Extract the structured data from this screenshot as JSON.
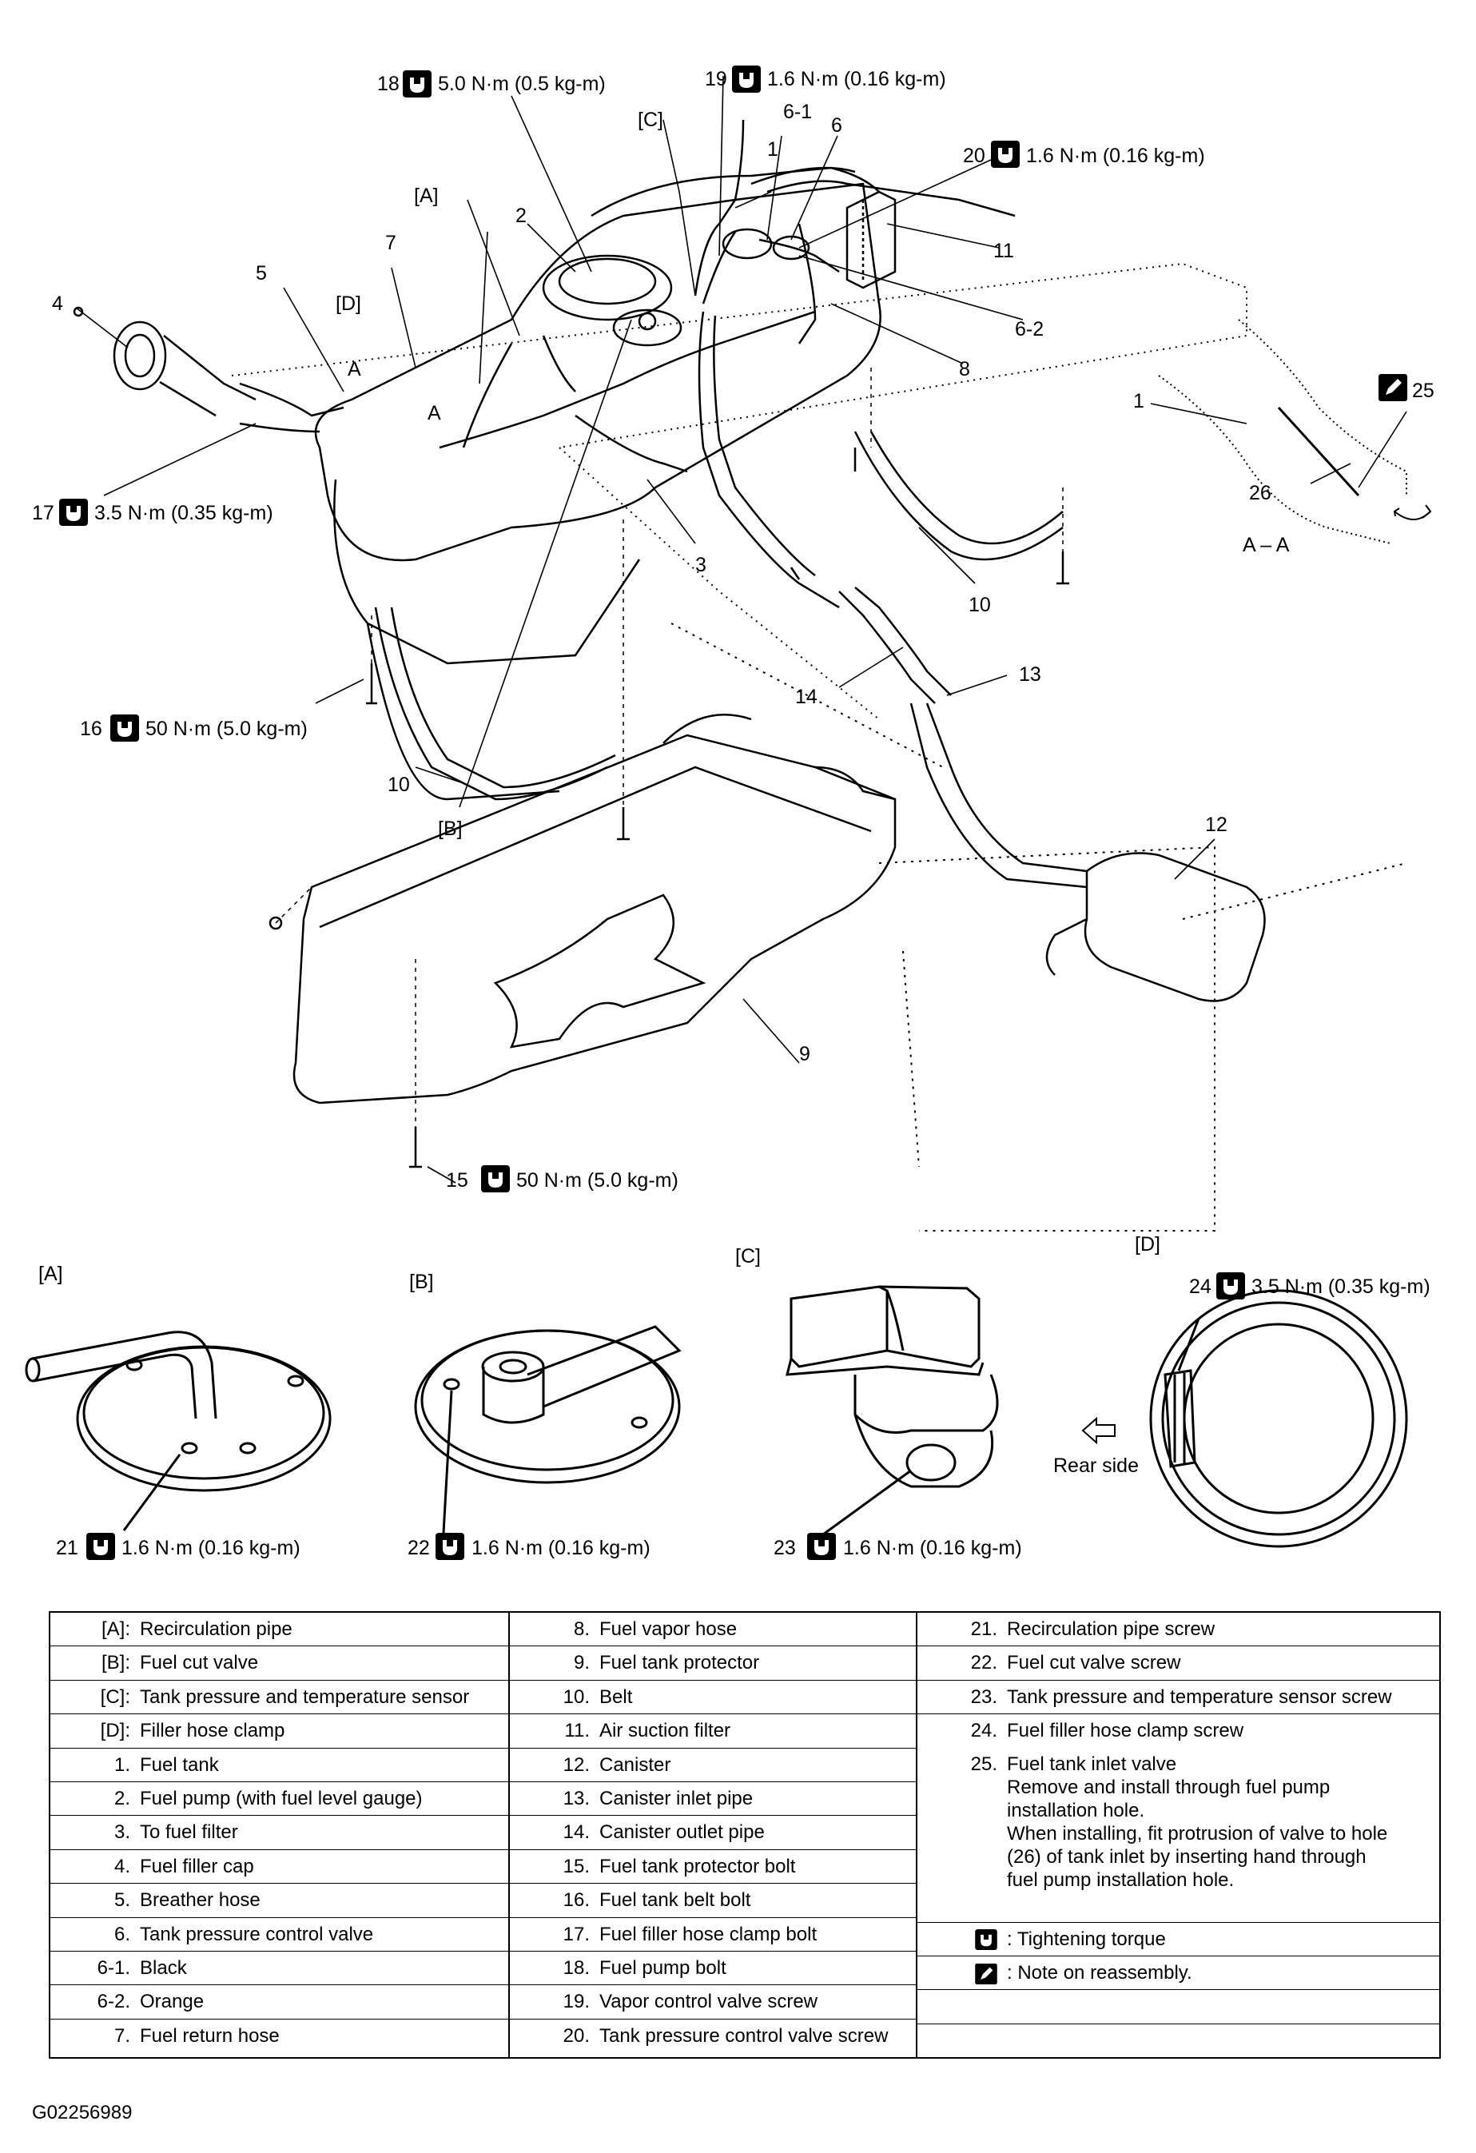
{
  "callouts": {
    "c1": "1",
    "c2": "2",
    "c3": "3",
    "c4": "4",
    "c5": "5",
    "c6": "6",
    "c6_1": "6-1",
    "c6_2": "6-2",
    "c7": "7",
    "c8": "8",
    "c9": "9",
    "c10": "10",
    "c11": "11",
    "c12": "12",
    "c13": "13",
    "c14": "14",
    "c25": "25",
    "c26": "26",
    "cA": "[A]",
    "cB": "[B]",
    "cC": "[C]",
    "cD": "[D]",
    "secA": "A",
    "aa": "A – A"
  },
  "torques": {
    "t15": {
      "num": "15",
      "value": "50 N·m (5.0 kg-m)"
    },
    "t16": {
      "num": "16",
      "value": "50 N·m (5.0 kg-m)"
    },
    "t17": {
      "num": "17",
      "value": "3.5 N·m (0.35 kg-m)"
    },
    "t18": {
      "num": "18",
      "value": "5.0 N·m (0.5 kg-m)"
    },
    "t19": {
      "num": "19",
      "value": "1.6 N·m (0.16 kg-m)"
    },
    "t20": {
      "num": "20",
      "value": "1.6 N·m (0.16 kg-m)"
    },
    "t21": {
      "num": "21",
      "value": "1.6 N·m (0.16 kg-m)"
    },
    "t22": {
      "num": "22",
      "value": "1.6 N·m (0.16 kg-m)"
    },
    "t23": {
      "num": "23",
      "value": "1.6 N·m (0.16 kg-m)"
    },
    "t24": {
      "num": "24",
      "value": "3.5 N·m (0.35 kg-m)"
    }
  },
  "details": {
    "a_label": "[A]",
    "b_label": "[B]",
    "c_label": "[C]",
    "d_label": "[D]",
    "rear_side": "Rear side"
  },
  "legend": {
    "col1": [
      {
        "num": "[A]:",
        "text": "Recirculation pipe"
      },
      {
        "num": "[B]:",
        "text": "Fuel cut valve"
      },
      {
        "num": "[C]:",
        "text": "Tank pressure and temperature sensor"
      },
      {
        "num": "[D]:",
        "text": "Filler hose clamp"
      },
      {
        "num": "1.",
        "text": "Fuel tank"
      },
      {
        "num": "2.",
        "text": "Fuel pump (with fuel level gauge)"
      },
      {
        "num": "3.",
        "text": "To fuel filter"
      },
      {
        "num": "4.",
        "text": "Fuel filler cap"
      },
      {
        "num": "5.",
        "text": "Breather hose"
      },
      {
        "num": "6.",
        "text": "Tank pressure control valve"
      },
      {
        "num": "6-1.",
        "text": "Black"
      },
      {
        "num": "6-2.",
        "text": "Orange"
      },
      {
        "num": "7.",
        "text": "Fuel return hose"
      }
    ],
    "col2": [
      {
        "num": "8.",
        "text": "Fuel vapor hose"
      },
      {
        "num": "9.",
        "text": "Fuel tank protector"
      },
      {
        "num": "10.",
        "text": "Belt"
      },
      {
        "num": "11.",
        "text": "Air suction filter"
      },
      {
        "num": "12.",
        "text": "Canister"
      },
      {
        "num": "13.",
        "text": "Canister inlet pipe"
      },
      {
        "num": "14.",
        "text": "Canister outlet pipe"
      },
      {
        "num": "15.",
        "text": "Fuel tank protector bolt"
      },
      {
        "num": "16.",
        "text": "Fuel tank belt bolt"
      },
      {
        "num": "17.",
        "text": "Fuel filler hose clamp bolt"
      },
      {
        "num": "18.",
        "text": "Fuel pump bolt"
      },
      {
        "num": "19.",
        "text": "Vapor control valve screw"
      },
      {
        "num": "20.",
        "text": "Tank pressure control valve screw"
      }
    ],
    "col3": [
      {
        "num": "21.",
        "text": "Recirculation pipe screw"
      },
      {
        "num": "22.",
        "text": "Fuel cut valve screw"
      },
      {
        "num": "23.",
        "text": "Tank pressure and temperature sensor screw"
      },
      {
        "num": "24.",
        "text": "Fuel filler hose clamp screw"
      }
    ],
    "item25": {
      "num": "25.",
      "lines": [
        "Fuel tank inlet valve",
        "Remove and install through fuel pump",
        "installation hole.",
        "When installing, fit protrusion of valve to hole",
        "(26) of tank inlet by inserting hand through",
        "fuel pump installation hole."
      ]
    },
    "sym_torque": ":   Tightening torque",
    "sym_note": ":   Note on reassembly."
  },
  "figure_id": "G02256989"
}
